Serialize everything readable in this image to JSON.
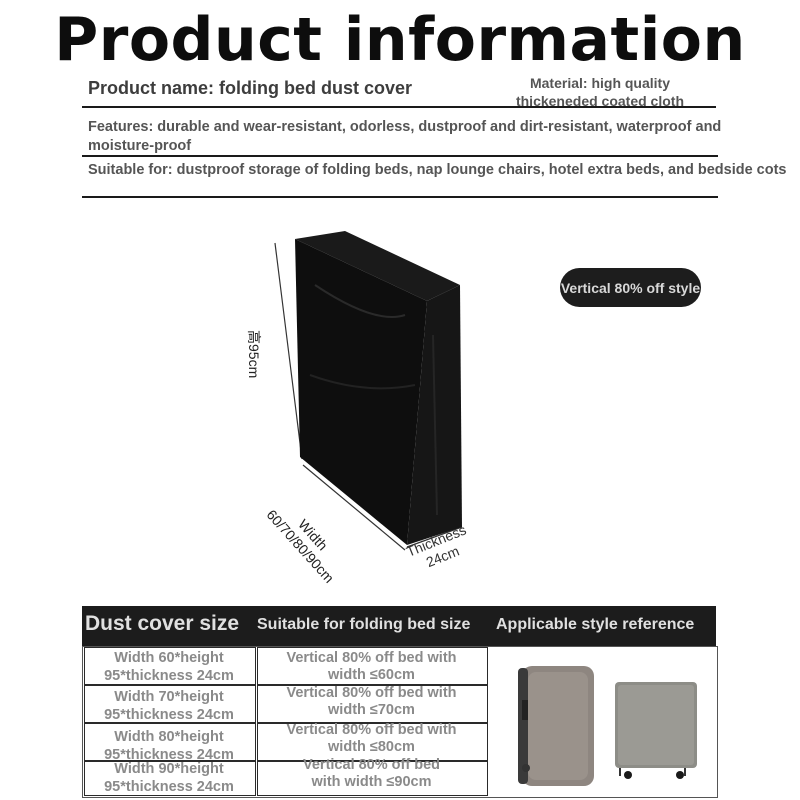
{
  "title": "Product information",
  "product_name": "Product name: folding bed dust cover",
  "material": [
    "Material: high quality",
    "thickeneded coated cloth"
  ],
  "features": "Features: durable and wear-resistant, odorless, dustproof and dirt-resistant, waterproof and moisture-proof",
  "suitable_for": "Suitable for: dustproof storage of folding beds, nap lounge chairs, hotel extra beds, and bedside cots",
  "badge": "Vertical 80% off style",
  "dimension_labels": {
    "height": "高95cm",
    "width": [
      "Width",
      "60/70/80/90cm"
    ],
    "thickness": [
      "Thickness",
      "24cm"
    ]
  },
  "table": {
    "headers": [
      "Dust cover size",
      "Suitable for folding bed size",
      "Applicable style reference"
    ],
    "rows": [
      {
        "size": [
          "Width 60*height",
          "95*thickness 24cm"
        ],
        "bed": [
          "Vertical 80% off bed with",
          "width ≤60cm"
        ]
      },
      {
        "size": [
          "Width 70*height",
          "95*thickness 24cm"
        ],
        "bed": [
          "Vertical 80% off bed with",
          "width ≤70cm"
        ]
      },
      {
        "size": [
          "Width 80*height",
          "95*thickness 24cm"
        ],
        "bed": [
          "Vertical 80% off bed with",
          "width ≤80cm"
        ]
      },
      {
        "size": [
          "Width 90*height",
          "95*thickness 24cm"
        ],
        "bed": [
          "Vertical 80% off bed",
          "with width ≤90cm"
        ]
      }
    ]
  },
  "colors": {
    "cover": "#111111",
    "header_bg": "#1c1c1c",
    "bed_fabric": "#8f8680"
  }
}
